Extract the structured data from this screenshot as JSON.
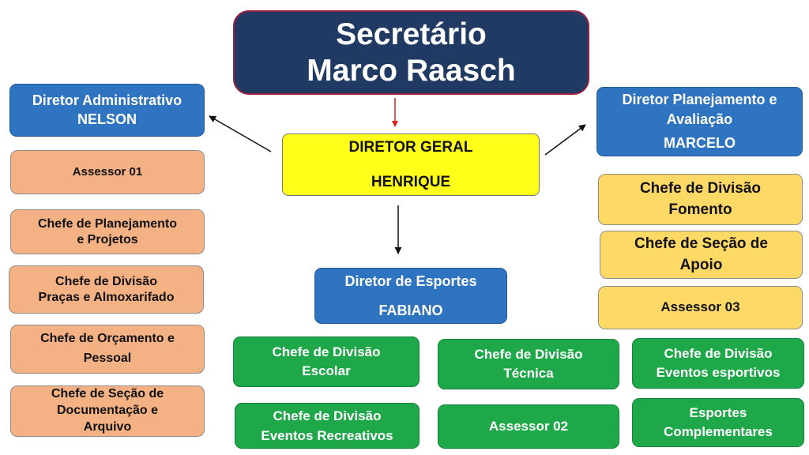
{
  "colors": {
    "navy": "#213a63",
    "blue": "#2e74c0",
    "yellow": "#ffff1a",
    "salmon": "#f4b183",
    "gold": "#ffd966",
    "green": "#1ea84a",
    "arrow_red": "#e0201f",
    "arrow_black": "#111111"
  },
  "secretary": {
    "line1": "Secretário",
    "line2": "Marco Raasch"
  },
  "director_general": {
    "title": "DIRETOR GERAL",
    "name": "HENRIQUE"
  },
  "admin_director": {
    "title": "Diretor Administrativo",
    "name": "NELSON"
  },
  "planning_director": {
    "title_line1": "Diretor Planejamento e",
    "title_line2": "Avaliação",
    "name": "MARCELO"
  },
  "sports_director": {
    "title": "Diretor de Esportes",
    "name": "FABIANO"
  },
  "admin_units": [
    {
      "line1": "Assessor 01"
    },
    {
      "line1": "Chefe de Planejamento",
      "line2": "e Projetos"
    },
    {
      "line1": "Chefe de Divisão",
      "line2": "Praças e Almoxarifado"
    },
    {
      "line1": "Chefe de Orçamento e",
      "line2": "Pessoal"
    },
    {
      "line1": "Chefe de Seção de",
      "line2": "Documentação e",
      "line3": "Arquivo"
    }
  ],
  "planning_units": [
    {
      "line1": "Chefe de Divisão",
      "line2": "Fomento"
    },
    {
      "line1": "Chefe de Seção de",
      "line2": "Apoio"
    },
    {
      "line1": "Assessor 03"
    }
  ],
  "sports_units": [
    {
      "line1": "Chefe de Divisão",
      "line2": "Escolar"
    },
    {
      "line1": "Chefe de Divisão",
      "line2": "Técnica"
    },
    {
      "line1": "Chefe de Divisão",
      "line2": "Eventos esportivos"
    },
    {
      "line1": "Chefe de Divisão",
      "line2": "Eventos Recreativos"
    },
    {
      "line1": "Assessor 02"
    },
    {
      "line1": "Esportes",
      "line2": "Complementares"
    }
  ]
}
